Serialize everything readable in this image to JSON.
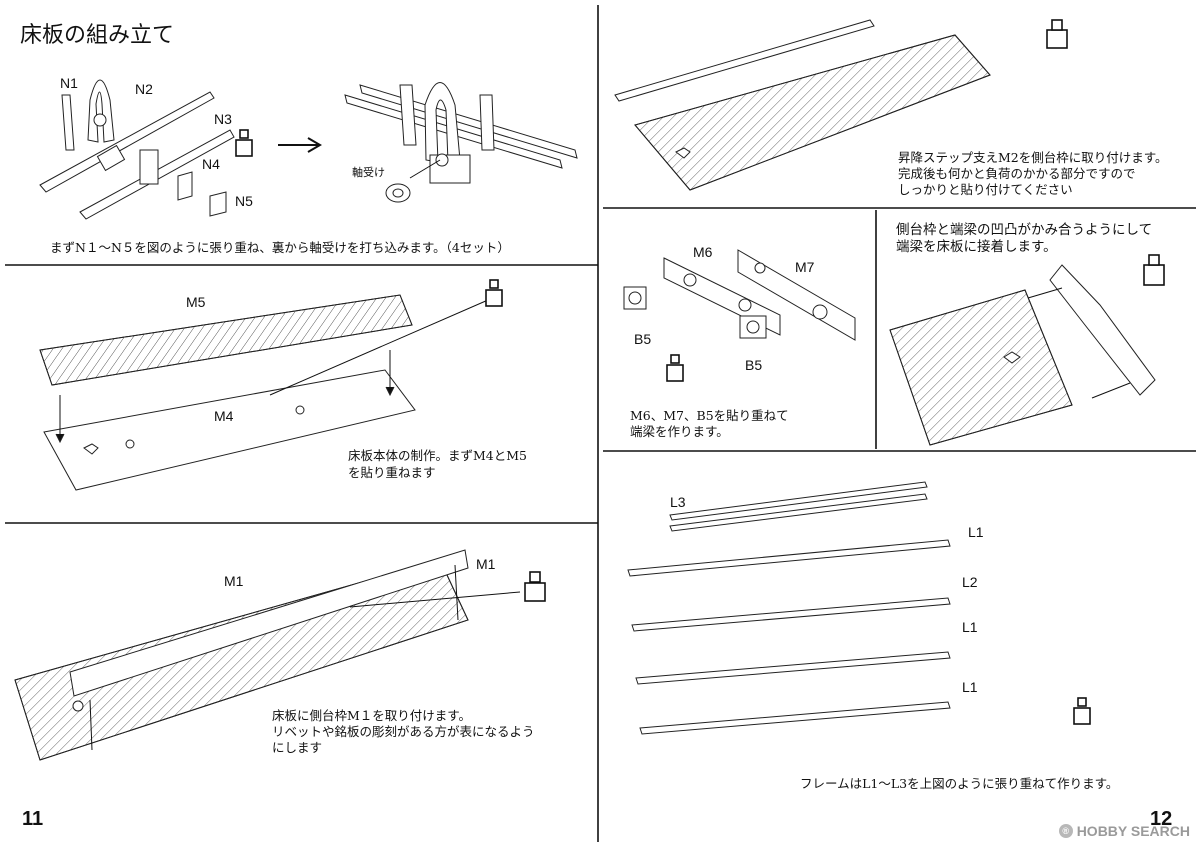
{
  "title": "床板の組み立て",
  "parts": {
    "n1": "N1",
    "n2": "N2",
    "n3": "N3",
    "n4": "N4",
    "n5": "N5",
    "m1": "M1",
    "m4": "M4",
    "m5": "M5",
    "m6": "M6",
    "m7": "M7",
    "b5_left": "B5",
    "b5_right": "B5",
    "l1_a": "L1",
    "l1_b": "L1",
    "l1_c": "L1",
    "l2": "L2",
    "l3": "L3"
  },
  "labels": {
    "axle_bearing": "軸受け"
  },
  "steps": {
    "s1": "まずN１～N５を図のように張り重ね、裏から軸受けを打ち込みます。（4セット）",
    "s2_l1": "床板本体の制作。まずM4とM5",
    "s2_l2": "を貼り重ねます",
    "s3_l1": "床板に側台枠M１を取り付けます。",
    "s3_l2": "リベットや銘板の彫刻がある方が表になるよう",
    "s3_l3": "にします",
    "s4_l1": "昇降ステップ支えM2を側台枠に取り付けます。",
    "s4_l2": "完成後も何かと負荷のかかる部分ですので",
    "s4_l3": "しっかりと貼り付けてください",
    "s5_l1": "M6、M7、B5を貼り重ねて",
    "s5_l2": "端梁を作ります。",
    "s6_l1": "側台枠と端梁の凹凸がかみ合うようにして",
    "s6_l2": "端梁を床板に接着します。",
    "s7": "フレームはL1～L3を上図のように張り重ねて作ります。"
  },
  "page_numbers": {
    "left": "11",
    "right": "12"
  },
  "watermark": "HOBBY SEARCH",
  "icons": [
    "glue-bottle-icon",
    "paper-glue-icon",
    "arrow-icon"
  ]
}
